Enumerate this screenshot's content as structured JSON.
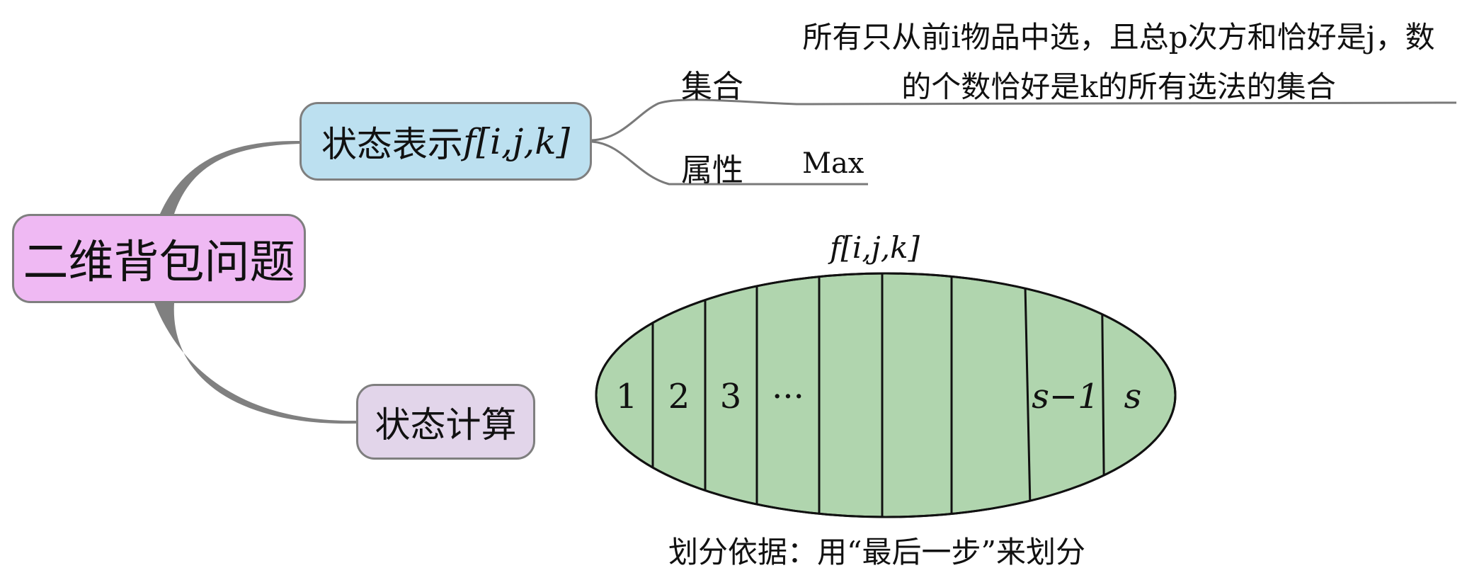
{
  "colors": {
    "root_fill": "#efb9f3",
    "state_fill": "#bce0f0",
    "calc_fill": "#e2d5ea",
    "ellipse_fill": "#b0d5ae",
    "connector": "#808080",
    "branch_line": "#7a7a7a",
    "ellipse_stroke": "#111111"
  },
  "mindmap": {
    "root": {
      "label": "二维背包问题"
    },
    "state_representation": {
      "label": "状态表示",
      "formula": "f[i,j,k]",
      "branches": {
        "set": {
          "label": "集合",
          "description": "所有只从前i物品中选，且总p次方和恰好是j，数的个数恰好是k的所有选法的集合"
        },
        "attribute": {
          "label": "属性",
          "value": "Max"
        }
      }
    },
    "state_computation": {
      "label": "状态计算",
      "ellipse_title": "f[i,j,k]",
      "segments": [
        "1",
        "2",
        "3",
        "···",
        "",
        "",
        "",
        "s−1",
        "s"
      ],
      "partition_basis": "划分依据：用“最后一步”来划分"
    }
  }
}
